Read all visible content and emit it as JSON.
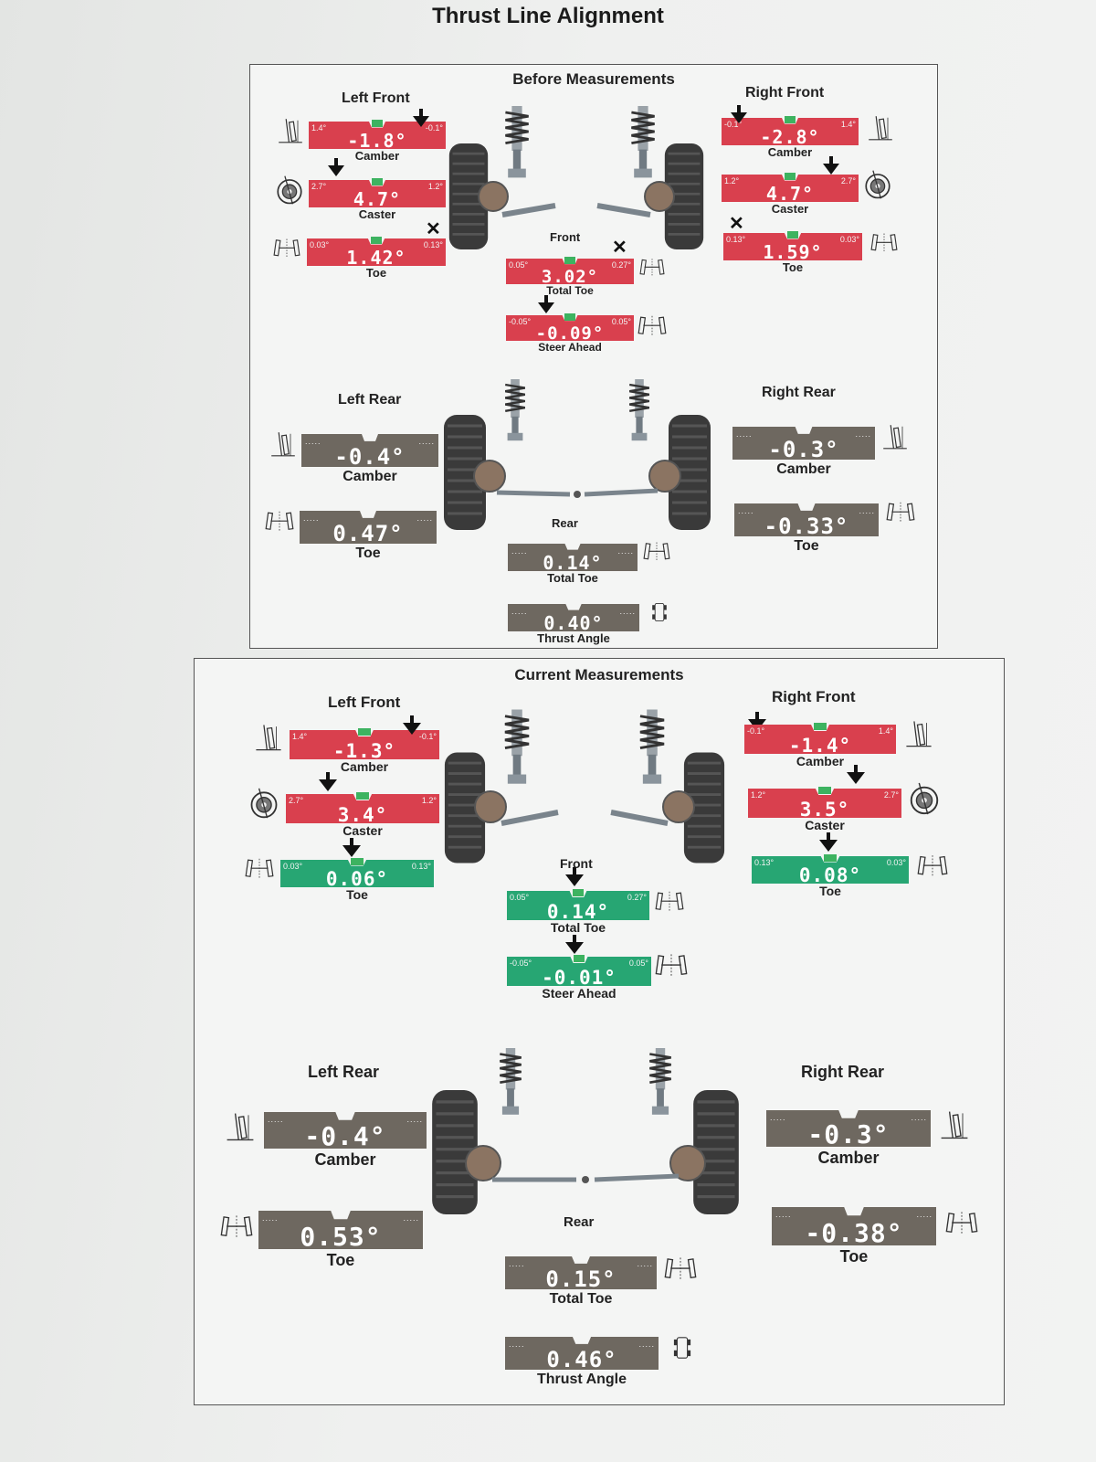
{
  "page": {
    "title": "Thrust Line Alignment"
  },
  "before": {
    "heading": "Before Measurements",
    "left_front": {
      "label": "Left Front",
      "camber": {
        "label": "Camber",
        "value": "-1.8°",
        "lim_l": "1.4°",
        "lim_r": "-0.1°"
      },
      "caster": {
        "label": "Caster",
        "value": "4.7°",
        "lim_l": "2.7°",
        "lim_r": "1.2°"
      },
      "toe": {
        "label": "Toe",
        "value": "1.42°",
        "lim_l": "0.03°",
        "lim_r": "0.13°"
      }
    },
    "right_front": {
      "label": "Right Front",
      "camber": {
        "label": "Camber",
        "value": "-2.8°",
        "lim_l": "-0.1°",
        "lim_r": "1.4°"
      },
      "caster": {
        "label": "Caster",
        "value": "4.7°",
        "lim_l": "1.2°",
        "lim_r": "2.7°"
      },
      "toe": {
        "label": "Toe",
        "value": "1.59°",
        "lim_l": "0.13°",
        "lim_r": "0.03°"
      }
    },
    "front": {
      "label": "Front",
      "total_toe": {
        "label": "Total Toe",
        "value": "3.02°",
        "lim_l": "0.05°",
        "lim_r": "0.27°"
      },
      "steer_ahead": {
        "label": "Steer Ahead",
        "value": "-0.09°",
        "lim_l": "-0.05°",
        "lim_r": "0.05°"
      }
    },
    "left_rear": {
      "label": "Left Rear",
      "camber": {
        "label": "Camber",
        "value": "-0.4°"
      },
      "toe": {
        "label": "Toe",
        "value": "0.47°"
      }
    },
    "right_rear": {
      "label": "Right Rear",
      "camber": {
        "label": "Camber",
        "value": "-0.3°"
      },
      "toe": {
        "label": "Toe",
        "value": "-0.33°"
      }
    },
    "rear": {
      "label": "Rear",
      "total_toe": {
        "label": "Total Toe",
        "value": "0.14°"
      },
      "thrust_angle": {
        "label": "Thrust Angle",
        "value": "0.40°"
      }
    }
  },
  "current": {
    "heading": "Current Measurements",
    "left_front": {
      "label": "Left Front",
      "camber": {
        "label": "Camber",
        "value": "-1.3°",
        "lim_l": "1.4°",
        "lim_r": "-0.1°"
      },
      "caster": {
        "label": "Caster",
        "value": "3.4°",
        "lim_l": "2.7°",
        "lim_r": "1.2°"
      },
      "toe": {
        "label": "Toe",
        "value": "0.06°",
        "lim_l": "0.03°",
        "lim_r": "0.13°"
      }
    },
    "right_front": {
      "label": "Right Front",
      "camber": {
        "label": "Camber",
        "value": "-1.4°",
        "lim_l": "-0.1°",
        "lim_r": "1.4°"
      },
      "caster": {
        "label": "Caster",
        "value": "3.5°",
        "lim_l": "1.2°",
        "lim_r": "2.7°"
      },
      "toe": {
        "label": "Toe",
        "value": "0.08°",
        "lim_l": "0.13°",
        "lim_r": "0.03°"
      }
    },
    "front": {
      "label": "Front",
      "total_toe": {
        "label": "Total Toe",
        "value": "0.14°",
        "lim_l": "0.05°",
        "lim_r": "0.27°"
      },
      "steer_ahead": {
        "label": "Steer Ahead",
        "value": "-0.01°",
        "lim_l": "-0.05°",
        "lim_r": "0.05°"
      }
    },
    "left_rear": {
      "label": "Left Rear",
      "camber": {
        "label": "Camber",
        "value": "-0.4°"
      },
      "toe": {
        "label": "Toe",
        "value": "0.53°"
      }
    },
    "right_rear": {
      "label": "Right Rear",
      "camber": {
        "label": "Camber",
        "value": "-0.3°"
      },
      "toe": {
        "label": "Toe",
        "value": "-0.38°"
      }
    },
    "rear": {
      "label": "Rear",
      "total_toe": {
        "label": "Total Toe",
        "value": "0.15°"
      },
      "thrust_angle": {
        "label": "Thrust Angle",
        "value": "0.46°"
      }
    }
  },
  "colors": {
    "out_of_spec": "#d9404e",
    "in_spec": "#27a673",
    "no_spec": "#6e6860"
  },
  "icons": [
    "camber-icon",
    "caster-wheel-icon",
    "toe-icon",
    "steer-ahead-icon",
    "thrust-angle-icon",
    "suspension-strut-icon",
    "out-of-range-x-icon",
    "pointer-arrow-icon"
  ]
}
